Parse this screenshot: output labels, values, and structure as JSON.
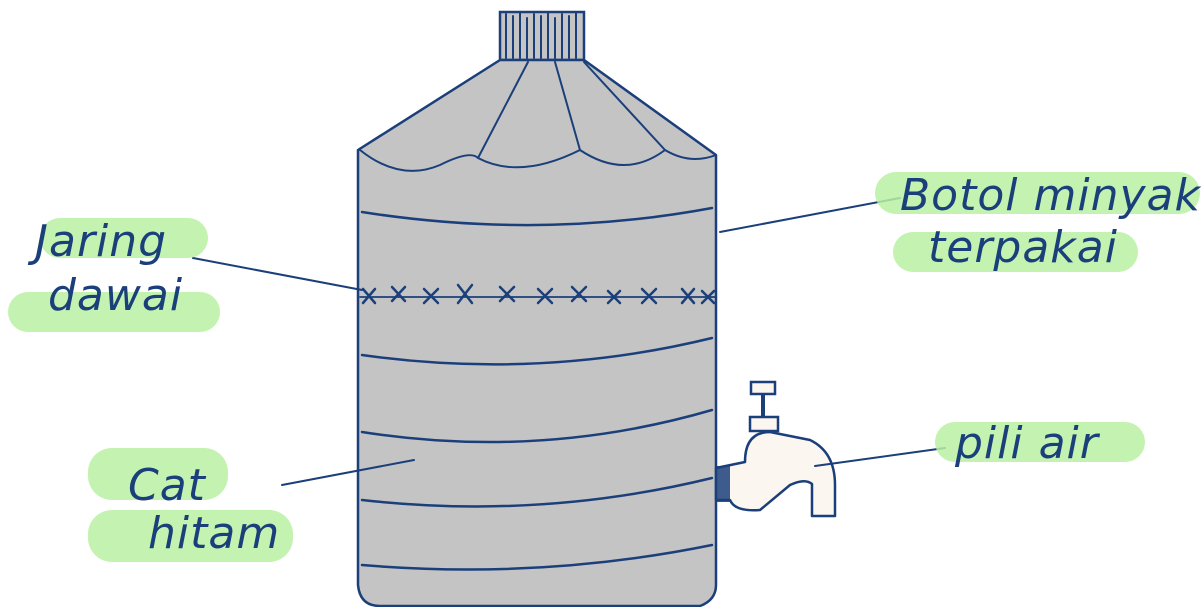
{
  "labels": {
    "jaring_line1": "Jaring",
    "jaring_line2": "dawai",
    "botol_line1": "Botol minyak",
    "botol_line2": "terpakai",
    "pili": "pili air",
    "cat_line1": "Cat",
    "cat_line2": "hitam"
  },
  "colors": {
    "ink": "#1b3f7a",
    "bottle_fill": "#c4c4c4",
    "highlight": "#b9f0a3",
    "tap_fill": "#fbf6ef"
  }
}
